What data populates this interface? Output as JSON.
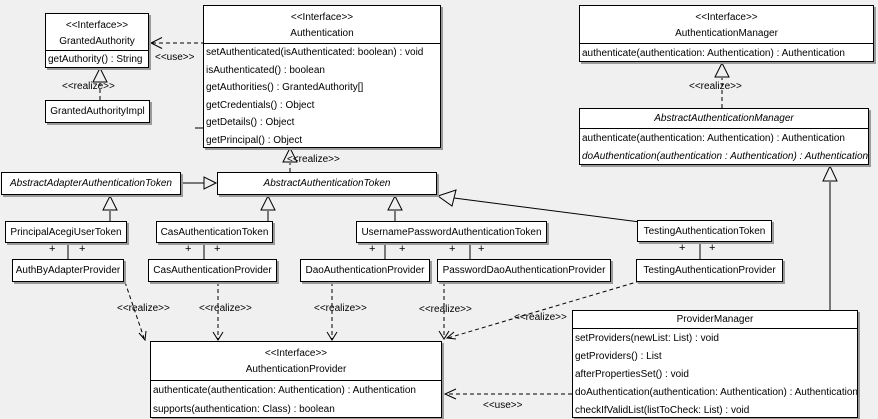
{
  "diagram_type": "uml-class-diagram",
  "colors": {
    "background": "#f0f0f0",
    "class_fill": "#ffffff",
    "line": "#000000"
  },
  "labels": {
    "use": "<<use>>",
    "realize": "<<realize>>",
    "plus": "+"
  },
  "classes": {
    "granted_authority": {
      "stereotype": "<<Interface>>",
      "name": "GrantedAuthority",
      "methods": [
        "getAuthority() : String"
      ]
    },
    "granted_authority_impl": {
      "name": "GrantedAuthorityImpl"
    },
    "authentication": {
      "stereotype": "<<Interface>>",
      "name": "Authentication",
      "methods": [
        "setAuthenticated(isAuthenticated: boolean) : void",
        "isAuthenticated() : boolean",
        "getAuthorities() : GrantedAuthority[]",
        "getCredentials() : Object",
        "getDetails() : Object",
        "getPrincipal() : Object"
      ]
    },
    "authentication_manager": {
      "stereotype": "<<Interface>>",
      "name": "AuthenticationManager",
      "methods": [
        "authenticate(authentication: Authentication) : Authentication"
      ]
    },
    "abstract_authentication_manager": {
      "name": "AbstractAuthenticationManager",
      "methods": [
        "authenticate(authentication: Authentication) : Authentication",
        "doAuthentication(authentication : Authentication) : Authentication"
      ]
    },
    "abstract_adapter_authentication_token": {
      "name": "AbstractAdapterAuthenticationToken"
    },
    "abstract_authentication_token": {
      "name": "AbstractAuthenticationToken"
    },
    "principal_acegi_user_token": {
      "name": "PrincipalAcegiUserToken"
    },
    "cas_authentication_token": {
      "name": "CasAuthenticationToken"
    },
    "username_password_authentication_token": {
      "name": "UsernamePasswordAuthenticationToken"
    },
    "testing_authentication_token": {
      "name": "TestingAuthenticationToken"
    },
    "auth_by_adapter_provider": {
      "name": "AuthByAdapterProvider"
    },
    "cas_authentication_provider": {
      "name": "CasAuthenticationProvider"
    },
    "dao_authentication_provider": {
      "name": "DaoAuthenticationProvider"
    },
    "password_dao_authentication_provider": {
      "name": "PasswordDaoAuthenticationProvider"
    },
    "testing_authentication_provider": {
      "name": "TestingAuthenticationProvider"
    },
    "authentication_provider": {
      "stereotype": "<<Interface>>",
      "name": "AuthenticationProvider",
      "methods": [
        "authenticate(authentication: Authentication) : Authentication",
        "supports(authentication: Class) : boolean"
      ]
    },
    "provider_manager": {
      "name": "ProviderManager",
      "methods": [
        "setProviders(newList: List) : void",
        "getProviders() : List",
        "afterPropertiesSet() : void",
        "doAuthentication(authentication: Authentication) : Authentication",
        "checkIfValidList(listToCheck: List) : void"
      ]
    }
  }
}
